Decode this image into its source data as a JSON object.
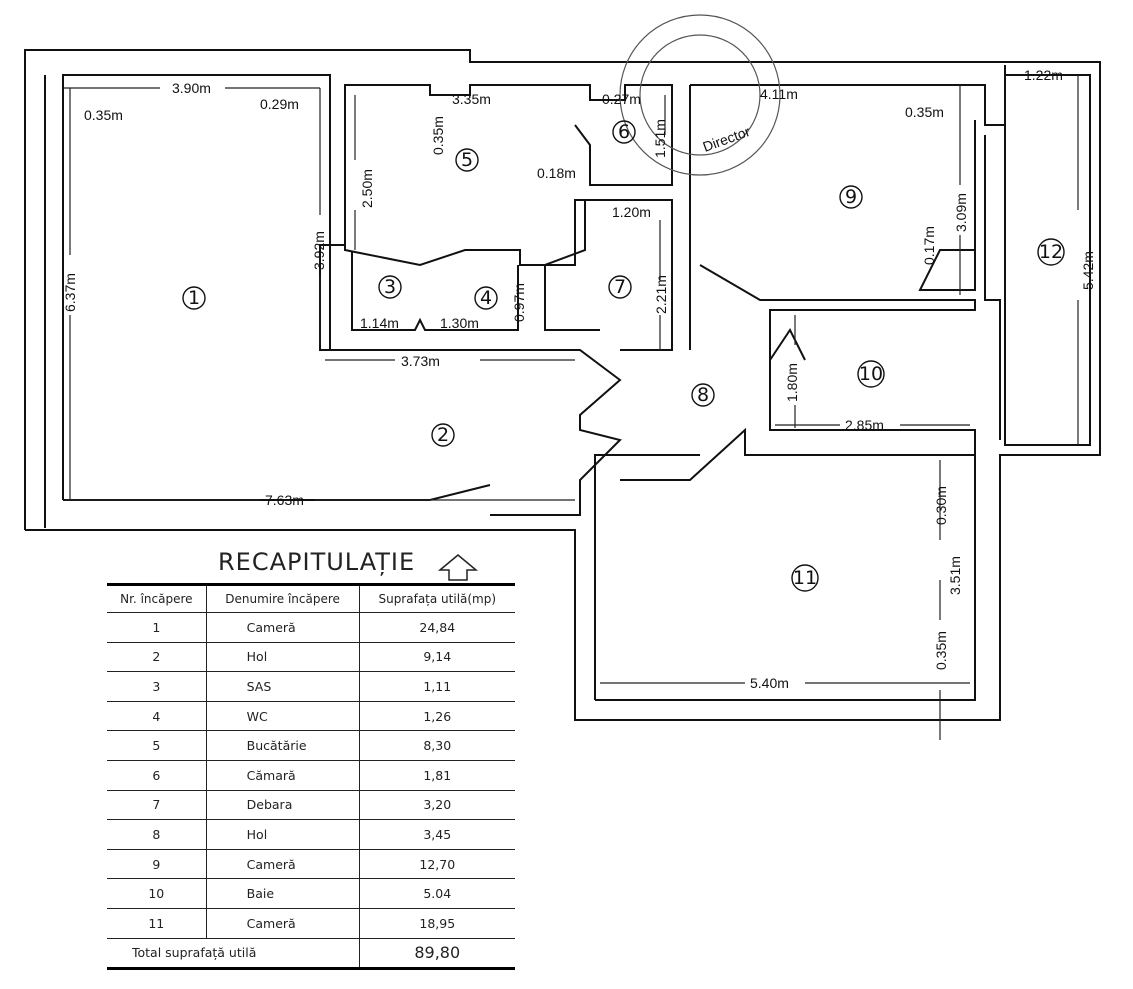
{
  "rooms": [
    "1",
    "2",
    "3",
    "4",
    "5",
    "6",
    "7",
    "8",
    "9",
    "10",
    "11",
    "12"
  ],
  "dimensions": {
    "d390": "3.90m",
    "d035a": "0.35m",
    "d029": "0.29m",
    "d637": "6.37m",
    "d392": "3.92m",
    "d335": "3.35m",
    "d035b": "0.35m",
    "d250": "2.50m",
    "d018": "0.18m",
    "d027": "0.27m",
    "d151": "1.51m",
    "d411": "4.11m",
    "d035c": "0.35m",
    "d122": "1.22m",
    "d309": "3.09m",
    "d017": "0.17m",
    "d542": "5.42m",
    "d120": "1.20m",
    "d221": "2.21m",
    "d097": "0.97m",
    "d114": "1.14m",
    "d130": "1.30m",
    "d373": "3.73m",
    "d180": "1.80m",
    "d285": "2.85m",
    "d763": "7.63m",
    "d030": "0.30m",
    "d351": "3.51m",
    "d035d": "0.35m",
    "d540": "5.40m"
  },
  "stamp_text": "Director",
  "recap": {
    "title": "RECAPITULAȚIE",
    "headers": [
      "Nr. încăpere",
      "Denumire încăpere",
      "Suprafața utilă(mp)"
    ],
    "rows": [
      {
        "nr": "1",
        "name": "Cameră",
        "area": "24,84"
      },
      {
        "nr": "2",
        "name": "Hol",
        "area": "9,14"
      },
      {
        "nr": "3",
        "name": "SAS",
        "area": "1,11"
      },
      {
        "nr": "4",
        "name": "WC",
        "area": "1,26"
      },
      {
        "nr": "5",
        "name": "Bucătărie",
        "area": "8,30"
      },
      {
        "nr": "6",
        "name": "Cămară",
        "area": "1,81"
      },
      {
        "nr": "7",
        "name": "Debara",
        "area": "3,20"
      },
      {
        "nr": "8",
        "name": "Hol",
        "area": "3,45"
      },
      {
        "nr": "9",
        "name": "Cameră",
        "area": "12,70"
      },
      {
        "nr": "10",
        "name": "Baie",
        "area": "5.04"
      },
      {
        "nr": "11",
        "name": "Cameră",
        "area": "18,95"
      }
    ],
    "total_label": "Total suprafață utilă",
    "total_value": "89,80"
  }
}
